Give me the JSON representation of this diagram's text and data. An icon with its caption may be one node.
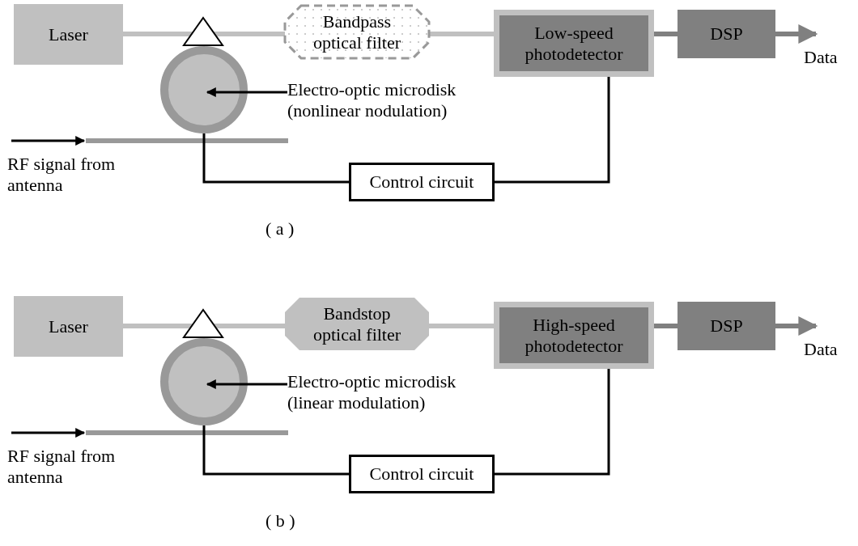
{
  "diagram": {
    "nodes": [
      {
        "text": [
          "Laser"
        ]
      },
      {
        "text": [
          "Bandpass optical filter"
        ]
      },
      {
        "text": [
          "Low-speed photodetector"
        ]
      },
      {
        "text": [
          "DSP"
        ]
      },
      {
        "text": [],
        "shape": "circle"
      },
      {
        "text": [
          "Electro-optic microdisk (nonlinear nodulation)"
        ]
      },
      {
        "text": [],
        "shape": "bar"
      },
      {
        "text": [
          "Control circuit"
        ]
      },
      {
        "text": [
          "Laser"
        ]
      },
      {
        "text": [
          "Bandstop optical filter"
        ]
      },
      {
        "text": [
          "High-speed photodetector"
        ]
      },
      {
        "text": [
          "DSP"
        ]
      },
      {
        "text": [],
        "shape": "circle"
      },
      {
        "text": [
          "Electro-optic microdisk (linear modulation)"
        ]
      },
      {
        "text": [],
        "shape": "bar"
      },
      {
        "text": [
          "Control circuit"
        ]
      }
    ],
    "edges": [
      {
        "from": 0,
        "to": 1,
        "arrow": "none",
        "style": "thick",
        "color": "#c0c0c0"
      },
      {
        "from": 1,
        "to": 2,
        "arrow": "none",
        "style": "thick",
        "color": "#c0c0c0"
      },
      {
        "from": 2,
        "to": 3,
        "arrow": "none",
        "style": "thick",
        "color": "#808080"
      },
      {
        "from": 3,
        "to": null,
        "arrow": "to",
        "style": "thick",
        "color": "#808080"
      },
      {
        "from": 5,
        "to": 4,
        "arrow": "to",
        "color": "#000000"
      },
      {
        "from": null,
        "to": 6,
        "arrow": "to",
        "color": "#000000"
      },
      {
        "from": 4,
        "to": 7,
        "arrow": "none",
        "color": "#000000"
      },
      {
        "from": 7,
        "to": 2,
        "arrow": "none",
        "color": "#000000"
      },
      {
        "from": 8,
        "to": 9,
        "arrow": "none",
        "style": "thick",
        "color": "#c0c0c0"
      },
      {
        "from": 9,
        "to": 10,
        "arrow": "none",
        "style": "thick",
        "color": "#c0c0c0"
      },
      {
        "from": 10,
        "to": 11,
        "arrow": "none",
        "style": "thick",
        "color": "#808080"
      },
      {
        "from": 11,
        "to": null,
        "arrow": "to",
        "style": "thick",
        "color": "#808080"
      },
      {
        "from": 13,
        "to": 12,
        "arrow": "to",
        "color": "#000000"
      },
      {
        "from": null,
        "to": 14,
        "arrow": "to",
        "color": "#000000"
      },
      {
        "from": 12,
        "to": 15,
        "arrow": "none",
        "color": "#000000"
      },
      {
        "from": 15,
        "to": 10,
        "arrow": "none",
        "color": "#000000"
      }
    ],
    "labels": [
      "Data",
      "RF signal from antenna",
      "( a )",
      "Data",
      "RF signal from antenna",
      "( b )"
    ]
  }
}
